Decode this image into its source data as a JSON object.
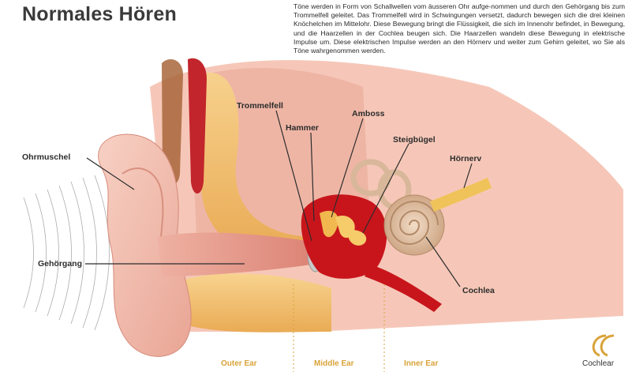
{
  "title": "Normales Hören",
  "intro": "Töne werden in Form von Schallwellen vom äusseren Ohr aufge-nommen und durch den Gehörgang bis zum Trommelfell geleitet. Das Trommelfell wird in Schwingungen versetzt, dadurch bewegen sich die drei kleinen Knöchelchen im Mittelohr. Diese Bewegung bringt die Flüssigkeit, die sich im Innenohr befindet, in Bewegung, und die Haarzellen in der Cochlea beugen sich. Die Haarzellen wandeln diese Bewegung in elektrische Impulse um. Diese elektrischen Impulse werden an den Hörnerv und weiter zum Gehirn geleitet, wo Sie als Töne wahrgenommen werden.",
  "labels": {
    "ohrmuschel": "Ohrmuschel",
    "gehoergang": "Gehörgang",
    "trommelfell": "Trommelfell",
    "hammer": "Hammer",
    "amboss": "Amboss",
    "steigbuegel": "Steigbügel",
    "hoernerv": "Hörnerv",
    "cochlea": "Cochlea"
  },
  "regions": {
    "outer": "Outer Ear",
    "middle": "Middle Ear",
    "inner": "Inner Ear"
  },
  "logo": {
    "text": "Cochlear",
    "color": "#d9a33a"
  },
  "colors": {
    "skin": "#f0b6a8",
    "canal": "#e79a8e",
    "middle_ear": "#c8151b",
    "bone": "#f3c064",
    "cochlea": "#d9b79a",
    "nerve": "#f0c35a"
  }
}
